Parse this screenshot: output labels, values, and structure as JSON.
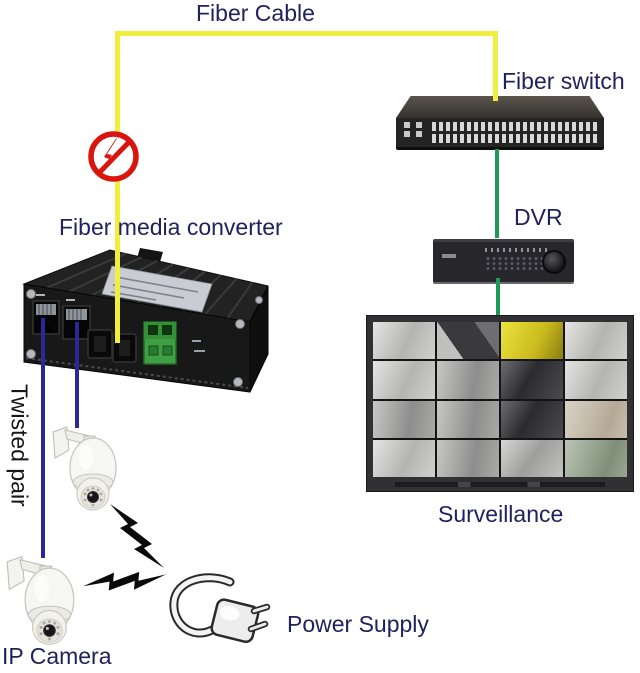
{
  "labels": {
    "fiber_cable": "Fiber Cable",
    "fiber_switch": "Fiber switch",
    "dvr": "DVR",
    "surveillance": "Surveillance",
    "fiber_media_converter": "Fiber media converter",
    "twisted_pair": "Twisted pair",
    "power_supply": "Power Supply",
    "ip_camera": "IP Camera"
  },
  "colors": {
    "background": "#ffffff",
    "label_text": "#21215e",
    "twisted_pair_label_text": "#161616",
    "fiber_cable_yellow": "#f0ee3e",
    "ethernet_green": "#1e9a57",
    "twisted_pair_blue": "#28289a",
    "prohibition_red": "#d9150d",
    "lightning_black": "#0a0a0a",
    "terminal_block_green": "#3f9f45"
  },
  "icons": {
    "no_interference": "no-lightning-icon",
    "interference": "lightning-bolt-icon",
    "power_plug": "power-plug-icon"
  },
  "connections": [
    {
      "from": "fiber-media-converter",
      "to": "fiber-switch",
      "type": "fiber",
      "label": "Fiber Cable"
    },
    {
      "from": "fiber-switch",
      "to": "dvr",
      "type": "ethernet"
    },
    {
      "from": "dvr",
      "to": "surveillance-monitor",
      "type": "ethernet"
    },
    {
      "from": "fiber-media-converter",
      "to": "ip-camera-1",
      "type": "twisted-pair"
    },
    {
      "from": "fiber-media-converter",
      "to": "ip-camera-2",
      "type": "twisted-pair"
    }
  ],
  "devices": {
    "fiber_switch": {
      "port_rows": 2
    },
    "media_converter": {
      "rj45_ports": 2,
      "fiber_ports": 2
    },
    "cameras": {
      "count": 2
    }
  },
  "monitor": {
    "rows": 4,
    "cols": 4,
    "cells": [
      "light",
      "dark-diag",
      "yellow",
      "light",
      "light",
      "mid",
      "dark",
      "light",
      "mid",
      "mid",
      "dark",
      "beige",
      "light",
      "mid",
      "mid-light",
      "green"
    ]
  }
}
